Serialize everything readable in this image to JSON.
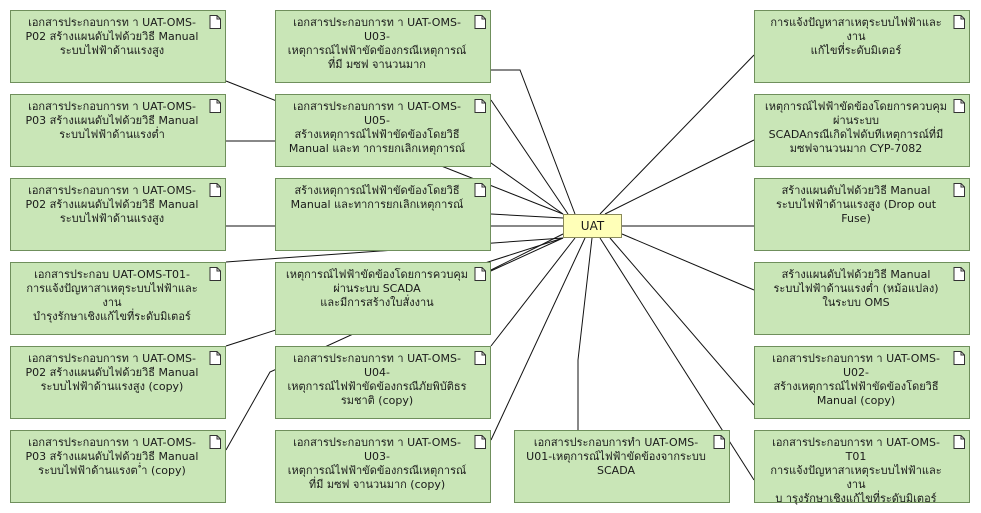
{
  "diagram": {
    "hub": {
      "label": "UAT"
    },
    "nodes": [
      {
        "id": "a1",
        "label": "เอกสารประกอบการท า UAT-OMS-\nP02 สร้างแผนดับไฟด้วยวิธี Manual\nระบบไฟฟ้าด้านแรงสูง"
      },
      {
        "id": "a2",
        "label": "เอกสารประกอบการท า UAT-OMS-\nP03 สร้างแผนดับไฟด้วยวิธี Manual\nระบบไฟฟ้าด้านแรงต่ำ"
      },
      {
        "id": "a3",
        "label": "เอกสารประกอบการท า UAT-OMS-\nP02 สร้างแผนดับไฟด้วยวิธี Manual\nระบบไฟฟ้าด้านแรงสูง"
      },
      {
        "id": "a4",
        "label": "เอกสารประกอบ UAT-OMS-T01-\nการแจ้งปัญหาสาเหตุระบบไฟฟ้าและงาน\nบำรุงรักษาเชิงแก้ไขที่ระดับมิเตอร์"
      },
      {
        "id": "a5",
        "label": "เอกสารประกอบการท า UAT-OMS-\nP02 สร้างแผนดับไฟด้วยวิธี Manual\nระบบไฟฟ้าด้านแรงสูง (copy)"
      },
      {
        "id": "a6",
        "label": "เอกสารประกอบการท า UAT-OMS-\nP03 สร้างแผนดับไฟด้วยวิธี Manual\nระบบไฟฟ้าด้านแรงต ่ำ (copy)"
      },
      {
        "id": "b1",
        "label": "เอกสารประกอบการท า UAT-OMS-\nU03-\nเหตุการณ์ไฟฟ้าขัดข้องกรณีเหตุการณ์\nที่มี มซฟ จานวนมาก"
      },
      {
        "id": "b2",
        "label": "เอกสารประกอบการท า UAT-OMS-\nU05-\nสร้างเหตุการณ์ไฟฟ้าขัดข้องโดยวิธี\nManual และท าการยกเลิกเหตุการณ์"
      },
      {
        "id": "b3",
        "label": "สร้างเหตุการณ์ไฟฟ้าขัดข้องโดยวิธี\nManual และทาการยกเลิกเหตุการณ์"
      },
      {
        "id": "b4",
        "label": "เหตุการณ์ไฟฟ้าขัดข้องโดยการควบคุม\nผ่านระบบ SCADA\nและมีการสร้างใบสั่งงาน"
      },
      {
        "id": "b5",
        "label": "เอกสารประกอบการท า UAT-OMS-\nU04-\nเหตุการณ์ไฟฟ้าขัดข้องกรณีภัยพิบัติธร\nรมชาติ (copy)"
      },
      {
        "id": "b6",
        "label": "เอกสารประกอบการท า UAT-OMS-\nU03-\nเหตุการณ์ไฟฟ้าขัดข้องกรณีเหตุการณ์\nที่มี มซฟ จานวนมาก (copy)"
      },
      {
        "id": "c1",
        "label": "เอกสารประกอบการทำ UAT-OMS-\nU01-เหตุการณ์ไฟฟ้าขัดข้องจากระบบ\nSCADA"
      },
      {
        "id": "d1",
        "label": "การแจ้งปัญหาสาเหตุระบบไฟฟ้าและงาน\nแก้ไขที่ระดับมิเตอร์"
      },
      {
        "id": "d2",
        "label": "เหตุการณ์ไฟฟ้าขัดข้องโดยการควบคุม\nผ่านระบบ\nSCADAกรณีเกิดไฟดับทีเหตุการณ์ที่มี\nมซฟจานวนมาก CYP-7082"
      },
      {
        "id": "d3",
        "label": "สร้างแผนดับไฟด้วยวิธี Manual\nระบบไฟฟ้าด้านแรงสูง (Drop out\nFuse)"
      },
      {
        "id": "d4",
        "label": "สร้างแผนดับไฟด้วยวิธี Manual\nระบบไฟฟ้าด้านแรงต่ำ (หม้อแปลง)\nในระบบ OMS"
      },
      {
        "id": "d5",
        "label": "เอกสารประกอบการท า UAT-OMS-\nU02-\nสร้างเหตุการณ์ไฟฟ้าขัดข้องโดยวิธี\nManual (copy)"
      },
      {
        "id": "d6",
        "label": "เอกสารประกอบการท า UAT-OMS-\nT01\nการแจ้งปัญหาสาเหตุระบบไฟฟ้าและงาน\nบ ารุงรักษาเชิงแก้ไขที่ระดับมิเตอร์"
      }
    ],
    "icon": "document-icon"
  }
}
